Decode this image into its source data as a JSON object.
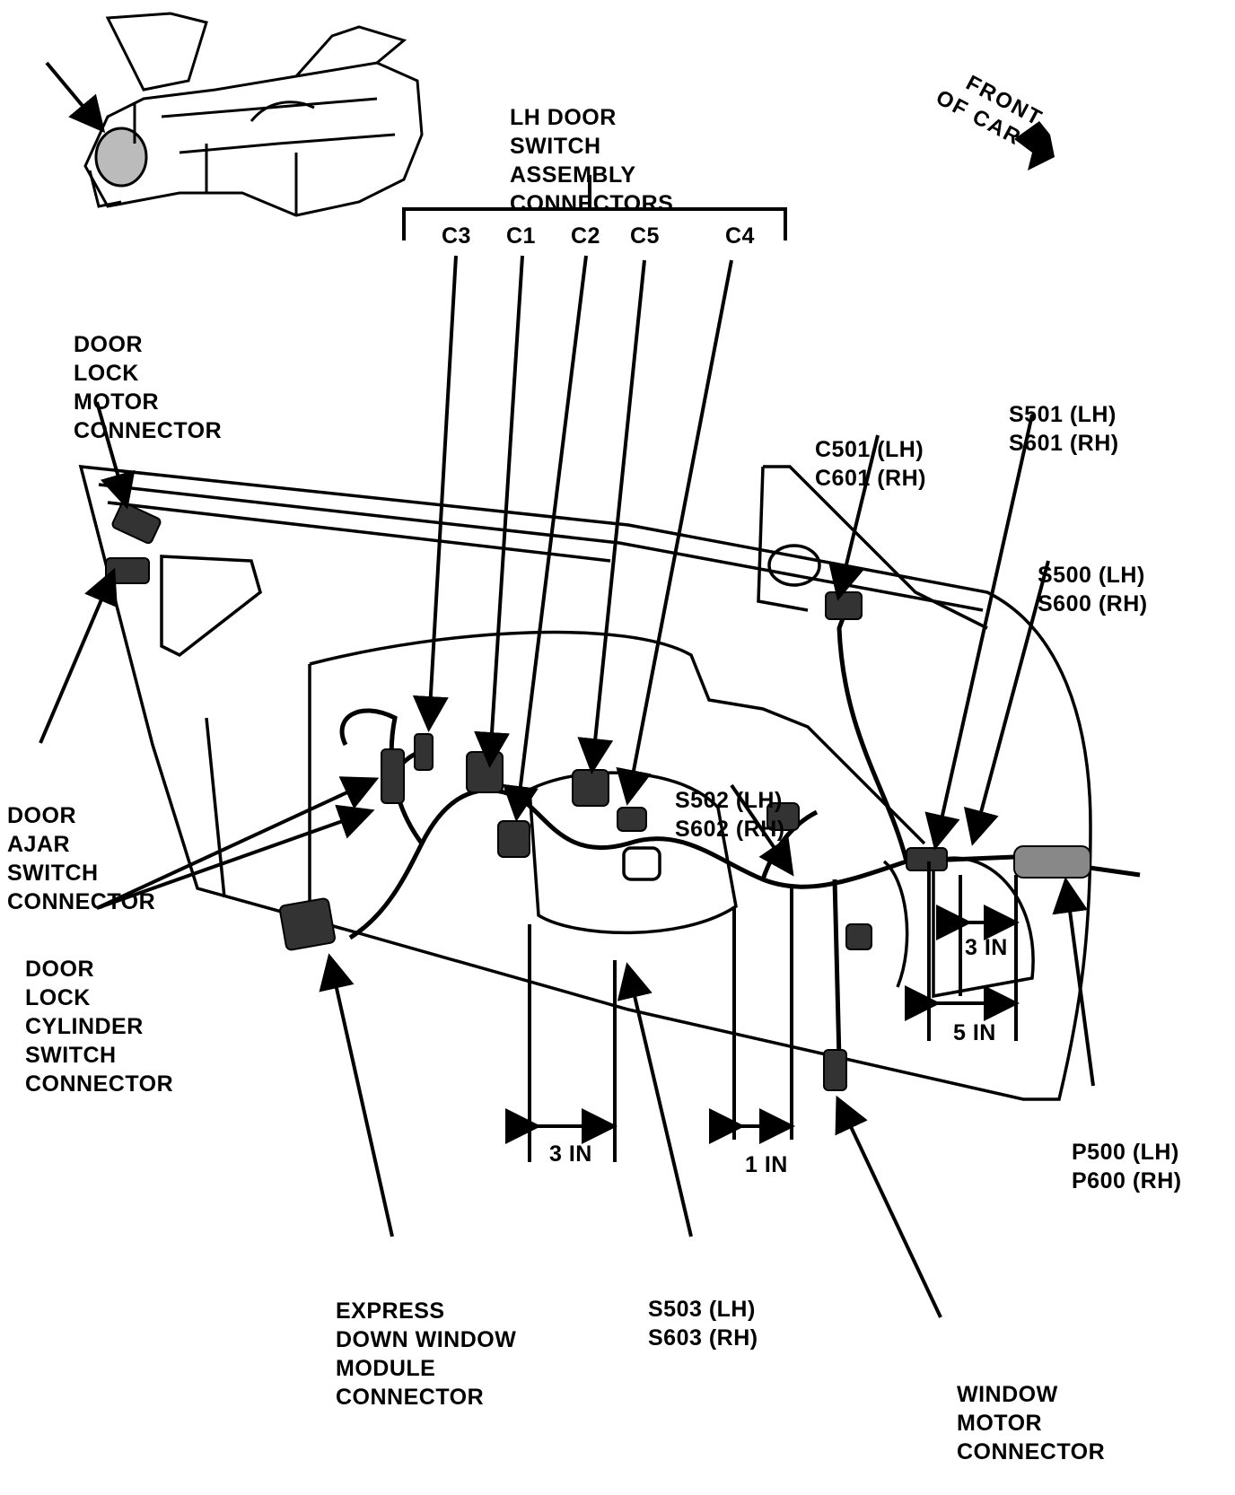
{
  "labels": {
    "lh_door_switch": [
      "LH DOOR",
      "SWITCH",
      "ASSEMBLY",
      "CONNECTORS"
    ],
    "front_of_car": [
      "FRONT",
      "OF CAR"
    ],
    "connectors": [
      "C3",
      "C1",
      "C2",
      "C5",
      "C4"
    ],
    "door_lock_motor": [
      "DOOR",
      "LOCK",
      "MOTOR",
      "CONNECTOR"
    ],
    "c501": [
      "C501 (LH)",
      "C601 (RH)"
    ],
    "s501": [
      "S501 (LH)",
      "S601 (RH)"
    ],
    "s500": [
      "S500 (LH)",
      "S600 (RH)"
    ],
    "door_ajar": [
      "DOOR",
      "AJAR",
      "SWITCH",
      "CONNECTOR"
    ],
    "s502": [
      "S502 (LH)",
      "S602 (RH)"
    ],
    "door_lock_cylinder": [
      "DOOR",
      "LOCK",
      "CYLINDER",
      "SWITCH",
      "CONNECTOR"
    ],
    "dim_3in_right": "3 IN",
    "dim_5in": "5 IN",
    "p500": [
      "P500 (LH)",
      "P600 (RH)"
    ],
    "dim_3in_bottom": "3 IN",
    "dim_1in": "1 IN",
    "express_down": [
      "EXPRESS",
      "DOWN WINDOW",
      "MODULE",
      "CONNECTOR"
    ],
    "s503": [
      "S503 (LH)",
      "S603 (RH)"
    ],
    "window_motor": [
      "WINDOW",
      "MOTOR",
      "CONNECTOR"
    ]
  }
}
